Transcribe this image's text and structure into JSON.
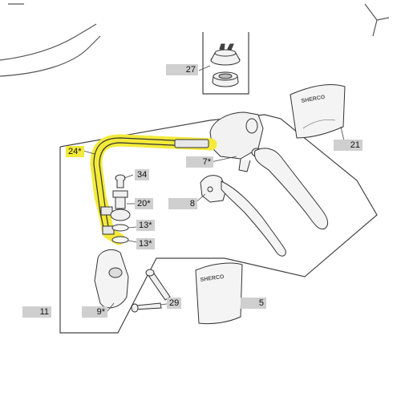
{
  "parts": [
    {
      "id": "p27",
      "label": "27"
    },
    {
      "id": "p21",
      "label": "21"
    },
    {
      "id": "p24",
      "label": "24*",
      "highlighted": true
    },
    {
      "id": "p7",
      "label": "7*"
    },
    {
      "id": "p34",
      "label": "34"
    },
    {
      "id": "p20",
      "label": "20*"
    },
    {
      "id": "p8",
      "label": "8"
    },
    {
      "id": "p13a",
      "label": "13*"
    },
    {
      "id": "p13b",
      "label": "13*"
    },
    {
      "id": "p11",
      "label": "11"
    },
    {
      "id": "p9",
      "label": "9*"
    },
    {
      "id": "p29",
      "label": "29"
    },
    {
      "id": "p5",
      "label": "5"
    }
  ],
  "brand_text": "SHERCO",
  "colors": {
    "highlight": "#f3ea3a",
    "label_bg": "#cfcfcf",
    "line": "#444444"
  }
}
